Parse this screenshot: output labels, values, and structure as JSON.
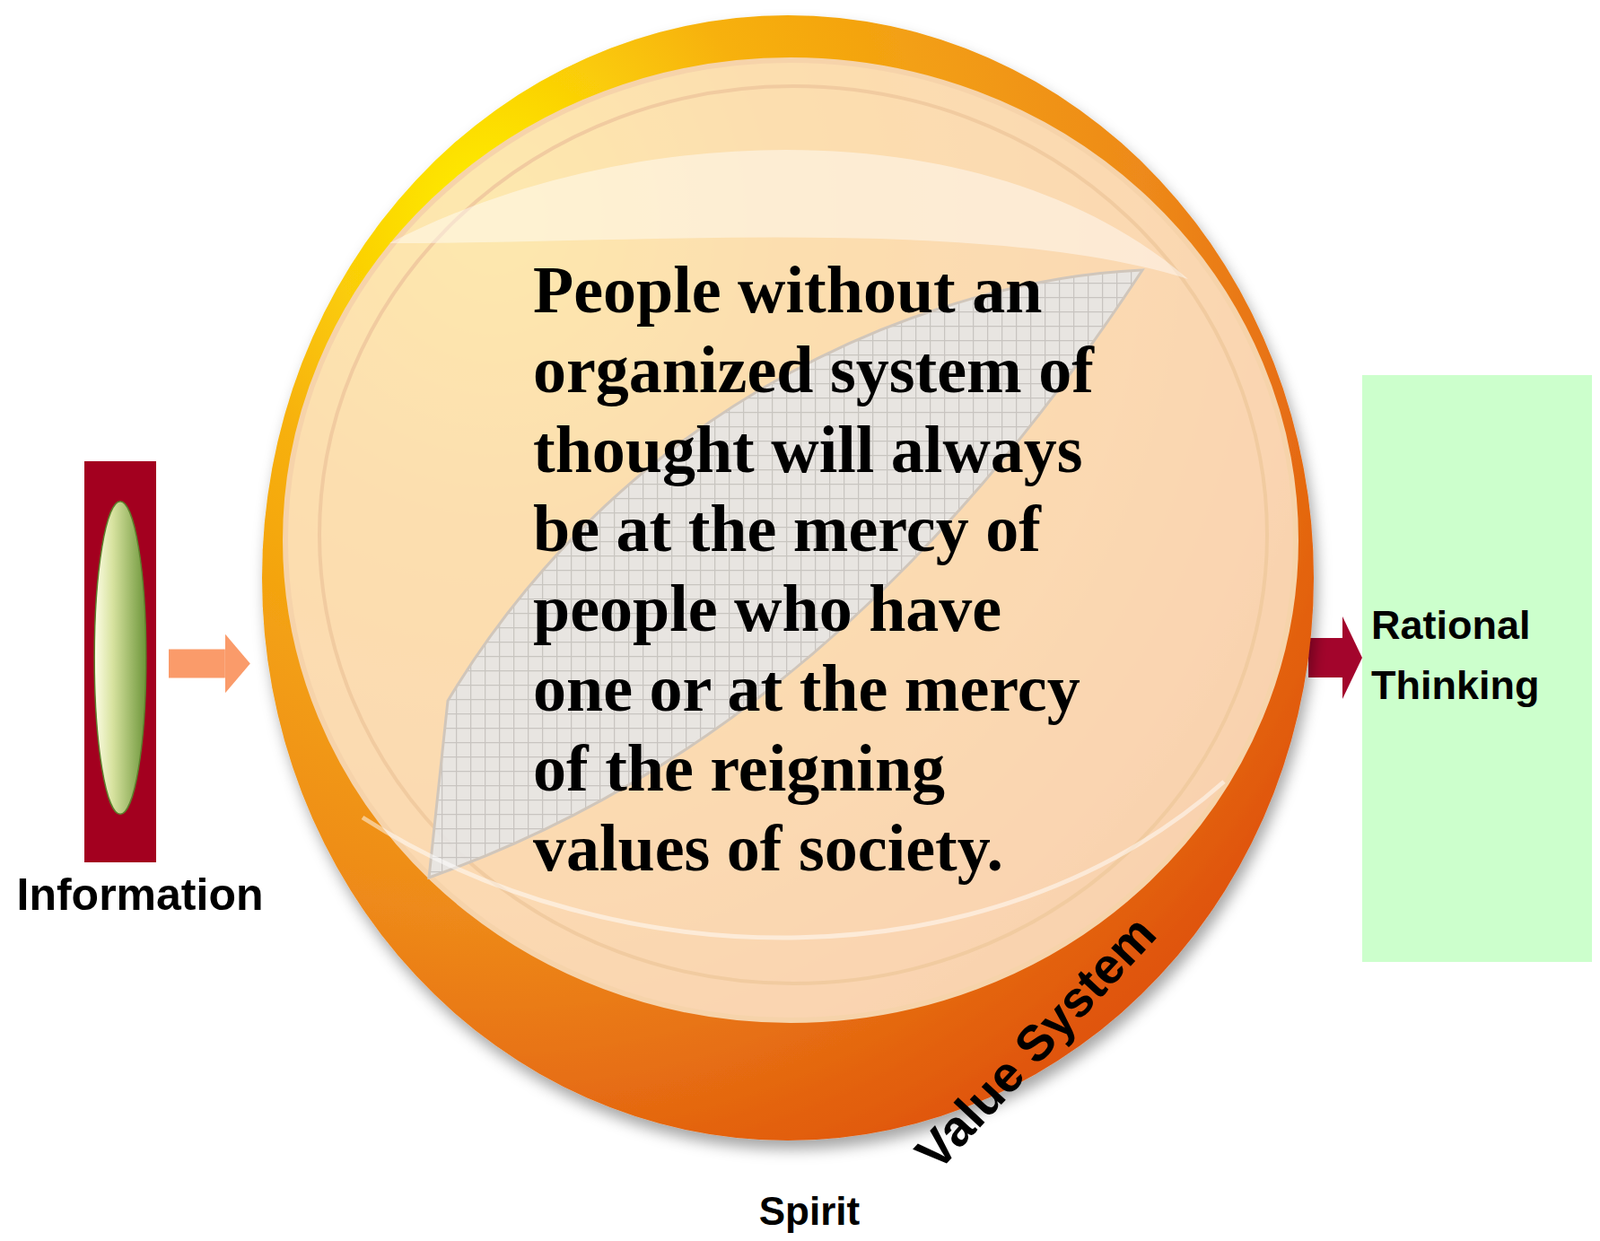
{
  "diagram": {
    "nodes": [
      {
        "text": [
          "Information"
        ]
      },
      {
        "text": [
          "People without an organized system of thought will always be at the mercy of people who have one or at the mercy of the reigning values of society.",
          "Value System",
          "Spirit"
        ]
      },
      {
        "text": [
          "Rational Thinking"
        ]
      }
    ],
    "edges": [
      {
        "from": 0,
        "to": 1,
        "arrow": "to"
      },
      {
        "from": 1,
        "to": 2,
        "arrow": "to"
      }
    ]
  }
}
